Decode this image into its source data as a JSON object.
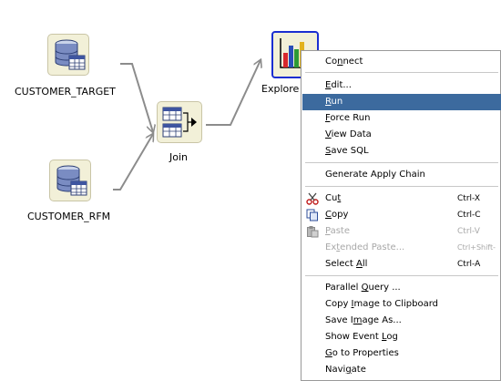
{
  "workflow": {
    "nodes": {
      "customer_target": {
        "label": "CUSTOMER_TARGET",
        "icon": "database-table-icon"
      },
      "customer_rfm": {
        "label": "CUSTOMER_RFM",
        "icon": "database-table-icon"
      },
      "join": {
        "label": "Join",
        "icon": "join-icon"
      },
      "explore": {
        "label": "Explore",
        "icon": "bar-chart-icon",
        "selected": true
      }
    }
  },
  "context_menu": {
    "items": [
      {
        "pre": "Co",
        "mn": "n",
        "post": "nect",
        "shortcut": "",
        "disabled": false,
        "selected": false
      },
      {
        "pre": "",
        "mn": "E",
        "post": "dit...",
        "shortcut": "",
        "disabled": false,
        "selected": false
      },
      {
        "pre": "",
        "mn": "R",
        "post": "un",
        "shortcut": "",
        "disabled": false,
        "selected": true
      },
      {
        "pre": "",
        "mn": "F",
        "post": "orce Run",
        "shortcut": "",
        "disabled": false,
        "selected": false
      },
      {
        "pre": "",
        "mn": "V",
        "post": "iew Data",
        "shortcut": "",
        "disabled": false,
        "selected": false
      },
      {
        "pre": "",
        "mn": "S",
        "post": "ave SQL",
        "shortcut": "",
        "disabled": false,
        "selected": false
      },
      {
        "pre": "Generate Apply Chain",
        "mn": "",
        "post": "",
        "shortcut": "",
        "disabled": false,
        "selected": false
      },
      {
        "pre": "Cu",
        "mn": "t",
        "post": "",
        "shortcut": "Ctrl-X",
        "disabled": false,
        "selected": false,
        "icon": "scissors-icon"
      },
      {
        "pre": "",
        "mn": "C",
        "post": "opy",
        "shortcut": "Ctrl-C",
        "disabled": false,
        "selected": false,
        "icon": "copy-icon"
      },
      {
        "pre": "",
        "mn": "P",
        "post": "aste",
        "shortcut": "Ctrl-V",
        "disabled": true,
        "selected": false,
        "icon": "paste-icon"
      },
      {
        "pre": "Ex",
        "mn": "t",
        "post": "ended Paste...",
        "shortcut": "Ctrl+Shift-",
        "disabled": true,
        "selected": false
      },
      {
        "pre": "Select ",
        "mn": "A",
        "post": "ll",
        "shortcut": "Ctrl-A",
        "disabled": false,
        "selected": false
      },
      {
        "pre": "Parallel ",
        "mn": "Q",
        "post": "uery ...",
        "shortcut": "",
        "disabled": false,
        "selected": false
      },
      {
        "pre": "Copy ",
        "mn": "I",
        "post": "mage to Clipboard",
        "shortcut": "",
        "disabled": false,
        "selected": false
      },
      {
        "pre": "Save I",
        "mn": "m",
        "post": "age As...",
        "shortcut": "",
        "disabled": false,
        "selected": false
      },
      {
        "pre": "Show Event ",
        "mn": "L",
        "post": "og",
        "shortcut": "",
        "disabled": false,
        "selected": false
      },
      {
        "pre": "",
        "mn": "G",
        "post": "o to Properties",
        "shortcut": "",
        "disabled": false,
        "selected": false
      },
      {
        "pre": "Navi",
        "mn": "g",
        "post": "ate",
        "shortcut": "",
        "disabled": false,
        "selected": false
      }
    ]
  },
  "colors": {
    "selection": "#3c6a9e",
    "node_border_selected": "#1a2ed1",
    "link": "#8c8c8c"
  }
}
